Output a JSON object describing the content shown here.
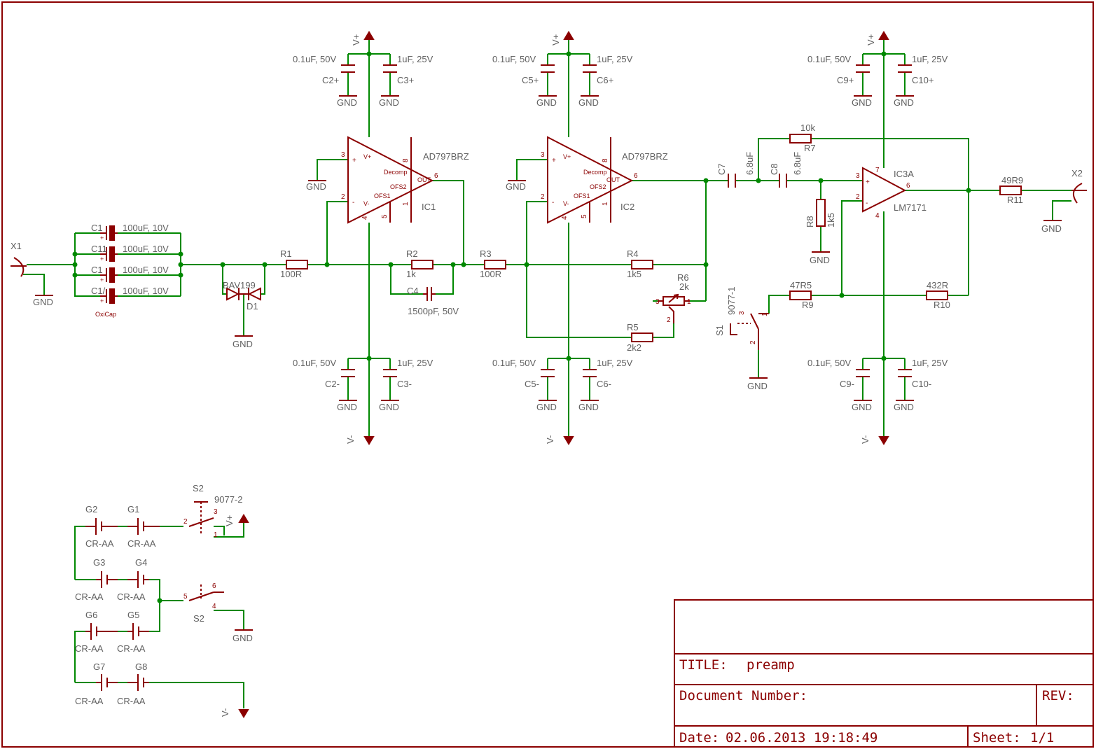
{
  "title_block": {
    "title_label": "TITLE:",
    "title_value": "preamp",
    "document_number_label": "Document Number:",
    "rev_label": "REV:",
    "date_label": "Date:",
    "date_value": "02.06.2013 19:18:49",
    "sheet_label": "Sheet:",
    "sheet_value": "1/1"
  },
  "connectors": {
    "x1": "X1",
    "x2": "X2"
  },
  "gnd": "GND",
  "rails": {
    "vpos": "V+",
    "vneg": "V-"
  },
  "input_caps": [
    {
      "ref": "C1",
      "value": "100uF, 10V"
    },
    {
      "ref": "C11",
      "value": "100uF, 10V"
    },
    {
      "ref": "C1",
      "value": "100uF, 10V"
    },
    {
      "ref": "C1/",
      "value": "100uF, 10V"
    }
  ],
  "oxicap": "OxiCap",
  "diode": {
    "part": "BAV199",
    "ref": "D1"
  },
  "resistors": {
    "r1": {
      "ref": "R1",
      "value": "100R"
    },
    "r2": {
      "ref": "R2",
      "value": "1k"
    },
    "r3": {
      "ref": "R3",
      "value": "100R"
    },
    "r4": {
      "ref": "R4",
      "value": "1k5"
    },
    "r5": {
      "ref": "R5",
      "value": "2k2"
    },
    "r6": {
      "ref": "R6",
      "value": "2k"
    },
    "r7": {
      "ref": "R7",
      "value": "10k"
    },
    "r8": {
      "ref": "R8",
      "value": "1k5"
    },
    "r9": {
      "ref": "R9",
      "value": "47R5"
    },
    "r10": {
      "ref": "R10",
      "value": "432R"
    },
    "r11": {
      "ref": "R11",
      "value": "49R9"
    }
  },
  "c4": {
    "ref": "C4",
    "value": "1500pF, 50V"
  },
  "c7": {
    "ref": "C7",
    "value": "6.8uF"
  },
  "c8": {
    "ref": "C8",
    "value": "6.8uF"
  },
  "decoupling": {
    "c2p": {
      "ref": "C2+",
      "value": "0.1uF, 50V"
    },
    "c3p": {
      "ref": "C3+",
      "value": "1uF, 25V"
    },
    "c2m": {
      "ref": "C2-",
      "value": "0.1uF, 50V"
    },
    "c3m": {
      "ref": "C3-",
      "value": "1uF, 25V"
    },
    "c5p": {
      "ref": "C5+",
      "value": "0.1uF, 50V"
    },
    "c6p": {
      "ref": "C6+",
      "value": "1uF, 25V"
    },
    "c5m": {
      "ref": "C5-",
      "value": "0.1uF, 50V"
    },
    "c6m": {
      "ref": "C6-",
      "value": "1uF, 25V"
    },
    "c9p": {
      "ref": "C9+",
      "value": "0.1uF, 50V"
    },
    "c10p": {
      "ref": "C10+",
      "value": "1uF, 25V"
    },
    "c9m": {
      "ref": "C9-",
      "value": "0.1uF, 50V"
    },
    "c10m": {
      "ref": "C10-",
      "value": "1uF, 25V"
    }
  },
  "opamps": {
    "ic1": {
      "ref": "IC1",
      "part": "AD797BRZ"
    },
    "ic2": {
      "ref": "IC2",
      "part": "AD797BRZ"
    },
    "ic3": {
      "ref": "IC3A",
      "part": "LM7171"
    }
  },
  "pin_labels": {
    "decomp": "Decomp",
    "out": "OUT",
    "ofs1": "OFS1",
    "ofs2": "OFS2",
    "vpos": "V+",
    "vneg": "V-",
    "plus": "+",
    "minus": "-"
  },
  "switches": {
    "s1": "S1",
    "s1_part": "9077-1",
    "s2": "S2",
    "s2_part": "9077-2"
  },
  "batteries": {
    "g1": "G1",
    "g2": "G2",
    "g3": "G3",
    "g4": "G4",
    "g5": "G5",
    "g6": "G6",
    "g7": "G7",
    "g8": "G8",
    "type": "CR-AA"
  },
  "pins": {
    "p1": "1",
    "p2": "2",
    "p3": "3",
    "p4": "4",
    "p5": "5",
    "p6": "6",
    "p7": "7",
    "p8": "8"
  }
}
